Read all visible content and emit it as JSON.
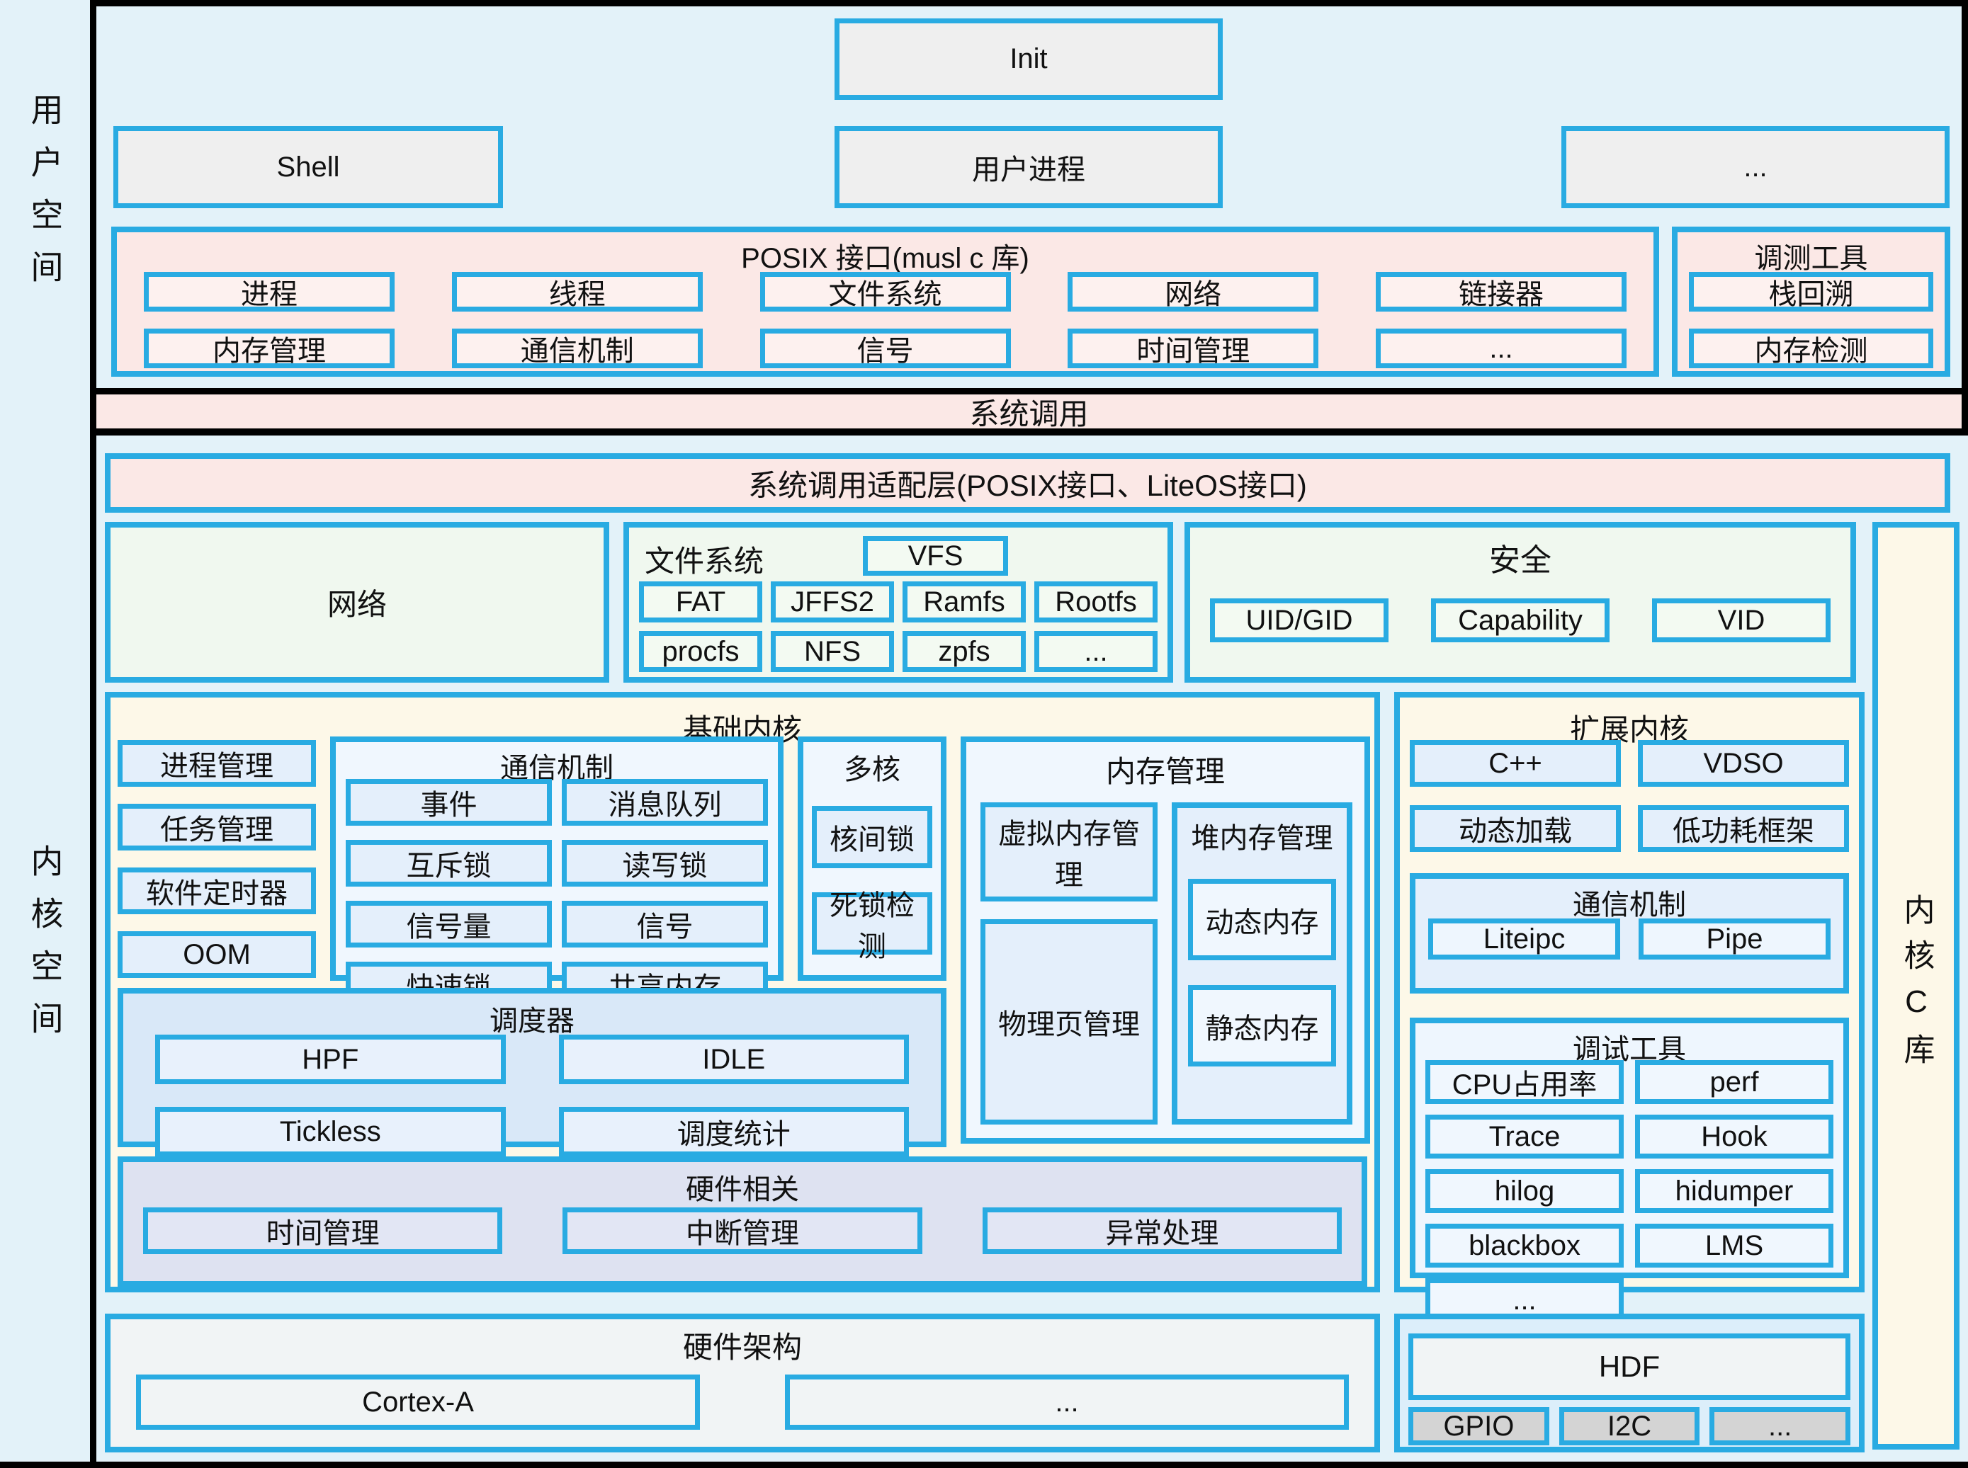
{
  "side_labels": {
    "user": "用户空间",
    "kernel": "内核空间"
  },
  "user": {
    "init": "Init",
    "shell": "Shell",
    "user_process": "用户进程",
    "more": "...",
    "posix": {
      "title": "POSIX 接口(musl c 库)",
      "row1": [
        "进程",
        "线程",
        "文件系统",
        "网络",
        "链接器"
      ],
      "row2": [
        "内存管理",
        "通信机制",
        "信号",
        "时间管理",
        "..."
      ]
    },
    "debug_tools": {
      "title": "调测工具",
      "items": [
        "栈回溯",
        "内存检测"
      ]
    }
  },
  "syscall": "系统调用",
  "kernel": {
    "adapter_layer": "系统调用适配层(POSIX接口、LiteOS接口)",
    "network": "网络",
    "filesystem": {
      "title": "文件系统",
      "vfs": "VFS",
      "row1": [
        "FAT",
        "JFFS2",
        "Ramfs",
        "Rootfs"
      ],
      "row2": [
        "procfs",
        "NFS",
        "zpfs",
        "..."
      ]
    },
    "security": {
      "title": "安全",
      "items": [
        "UID/GID",
        "Capability",
        "VID"
      ]
    },
    "basic": {
      "title": "基础内核",
      "left_items": [
        "进程管理",
        "任务管理",
        "软件定时器",
        "OOM"
      ],
      "ipc": {
        "title": "通信机制",
        "items": [
          "事件",
          "消息队列",
          "互斥锁",
          "读写锁",
          "信号量",
          "信号",
          "快速锁",
          "共享内存"
        ]
      },
      "multicore": {
        "title": "多核",
        "items": [
          "核间锁",
          "死锁检测"
        ]
      },
      "memory": {
        "title": "内存管理",
        "virtual": "虚拟内存管理",
        "physical": "物理页管理",
        "heap": {
          "title": "堆内存管理",
          "items": [
            "动态内存",
            "静态内存"
          ]
        }
      },
      "scheduler": {
        "title": "调度器",
        "items": [
          "HPF",
          "IDLE",
          "Tickless",
          "调度统计"
        ]
      },
      "hardware": {
        "title": "硬件相关",
        "items": [
          "时间管理",
          "中断管理",
          "异常处理"
        ]
      }
    },
    "extended": {
      "title": "扩展内核",
      "row1": [
        "C++",
        "VDSO"
      ],
      "row2": [
        "动态加载",
        "低功耗框架"
      ],
      "ipc": {
        "title": "通信机制",
        "items": [
          "Liteipc",
          "Pipe"
        ]
      },
      "debug": {
        "title": "调试工具",
        "items": [
          "CPU占用率",
          "perf",
          "Trace",
          "Hook",
          "hilog",
          "hidumper",
          "blackbox",
          "LMS",
          "..."
        ]
      }
    },
    "hw_arch": {
      "title": "硬件架构",
      "items": [
        "Cortex-A",
        "..."
      ]
    },
    "hdf": {
      "title": "HDF",
      "items": [
        "GPIO",
        "I2C",
        "..."
      ]
    },
    "c_lib": "内核C库"
  },
  "colors": {
    "accent_border": "#29ABE2",
    "pink_layer": "#FBE8E6",
    "cream_kernel": "#FDF8E8",
    "light_blue_cell": "#E4EFFB",
    "pale_blue_bg": "#E3F2F9",
    "grey_box": "#EFEFEF",
    "green_tint": "#F0F8EF",
    "scheduler_fill": "#D9E8F8",
    "hardware_fill": "#DEE2F1",
    "hdf_chip_grey": "#D4D4D4",
    "frame_black": "#000000"
  }
}
